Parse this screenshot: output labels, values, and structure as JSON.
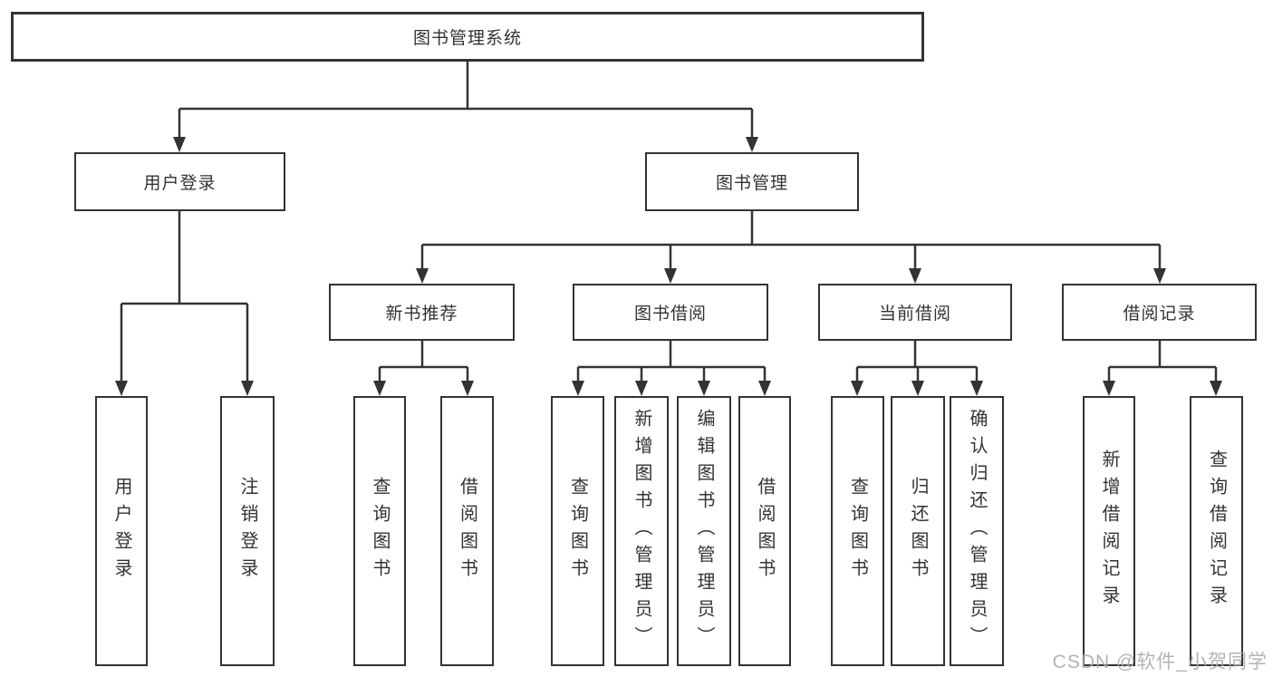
{
  "tree": {
    "root": "图书管理系统",
    "branches": [
      {
        "label": "用户登录",
        "leaves": [
          "用户登录",
          "注销登录"
        ]
      },
      {
        "label": "图书管理",
        "groups": [
          {
            "label": "新书推荐",
            "leaves": [
              "查询图书",
              "借阅图书"
            ]
          },
          {
            "label": "图书借阅",
            "leaves": [
              "查询图书",
              "新增图书（管理员）",
              "编辑图书（管理员）",
              "借阅图书"
            ]
          },
          {
            "label": "当前借阅",
            "leaves": [
              "查询图书",
              "归还图书",
              "确认归还（管理员）"
            ]
          },
          {
            "label": "借阅记录",
            "leaves": [
              "新增借阅记录",
              "查询借阅记录"
            ]
          }
        ]
      }
    ]
  },
  "watermark": "CSDN @软件_小贺同学",
  "colors": {
    "line": "#333333",
    "box_border": "#333333",
    "background": "#ffffff",
    "watermark": "#ababab"
  }
}
